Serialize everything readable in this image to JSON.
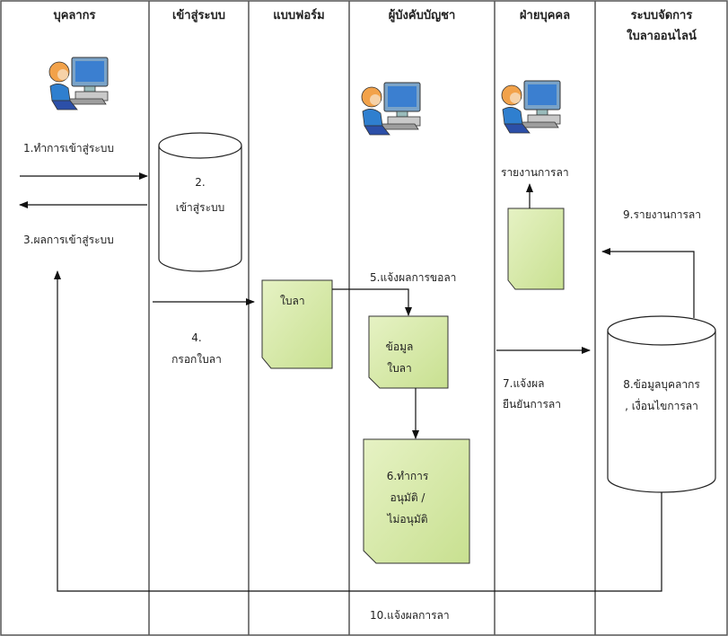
{
  "lanes": [
    {
      "title": "บุคลากร"
    },
    {
      "title": "เข้าสู่ระบบ"
    },
    {
      "title": "แบบฟอร์ม"
    },
    {
      "title": "ผู้บังคับบัญชา"
    },
    {
      "title": "ฝ่ายบุคคล"
    },
    {
      "title": "ระบบจัดการ\nใบลาออนไลน์"
    }
  ],
  "steps": {
    "s1": "1.ทำการเข้าสู่ระบบ",
    "s2": "2.\nเข้าสู่ระบบ",
    "s3": "3.ผลการเข้าสู่ระบบ",
    "s4": "4.\nกรอกใบลา",
    "form": "ใบลา",
    "s5": "5.แจ้งผลการขอลา",
    "data_form": "ข้อมูล\nใบลา",
    "s6": "6.ทำการ\nอนุมัติ /\nไม่อนุมัติ",
    "s7": "7.แจ้งผล\nยืนยันการลา",
    "s8": "8.ข้อมูลบุคลากร\n, เงื่อนไขการลา",
    "s9": "9.รายงานการลา",
    "report": "รายงานการลา",
    "s10": "10.แจ้งผลการลา"
  },
  "icons": [
    "person-computer-icon"
  ],
  "colors": {
    "doc_fill": "#d4e8a4",
    "line": "#111111",
    "lane_border": "#555555"
  }
}
